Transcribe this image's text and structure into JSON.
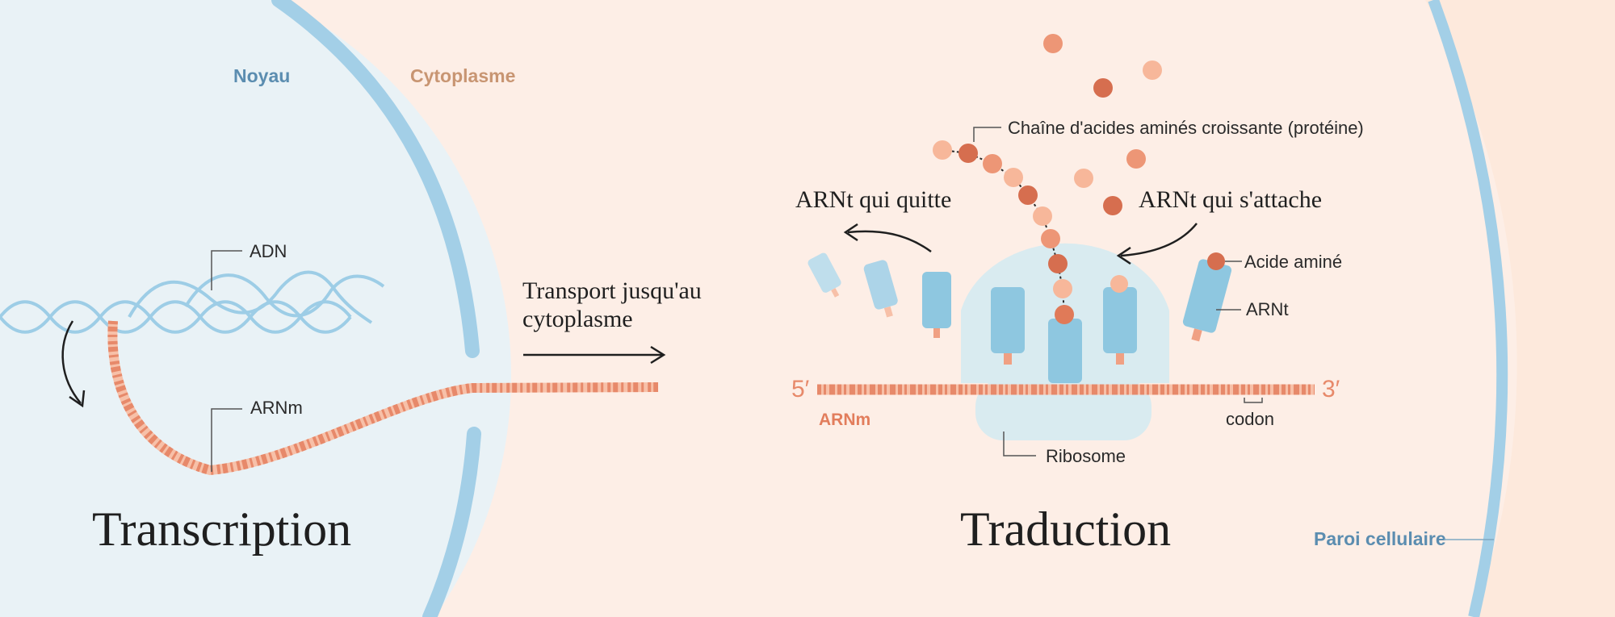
{
  "colors": {
    "nucleus_bg": "#e9f2f6",
    "cytoplasm_bg": "#fdeee6",
    "outer_bg": "#fde9dc",
    "membrane": "#a3cfe7",
    "dna": "#9dcde6",
    "mrna_dark": "#e7896a",
    "mrna_light": "#f7c0a8",
    "amino_dark": "#d66e4f",
    "amino_mid": "#ed9676",
    "amino_light": "#f7b79a",
    "trna": "#8ec7e0",
    "trna_light": "#bfdeec",
    "ribosome": "#d9ebf0",
    "region_blue": "#5b8db0",
    "region_tan": "#c89572",
    "arnm_label": "#e27d5c",
    "text_dark": "#1f1f1f"
  },
  "regions": {
    "nucleus": "Noyau",
    "cytoplasm": "Cytoplasme",
    "cell_wall": "Paroi cellulaire"
  },
  "labels": {
    "dna": "ADN",
    "mrna_nucleus": "ARNm",
    "transport": [
      "Transport jusqu'au",
      "cytoplasme"
    ],
    "chain": "Chaîne d'acides aminés croissante (protéine)",
    "trna_leaving": "ARNt qui quitte",
    "trna_attaching": "ARNt qui s'attache",
    "amino_acid": "Acide aminé",
    "trna": "ARNt",
    "five_prime": "5′",
    "three_prime": "3′",
    "mrna_cyto": "ARNm",
    "codon": "codon",
    "ribosome": "Ribosome"
  },
  "titles": {
    "transcription": "Transcription",
    "translation": "Traduction"
  }
}
